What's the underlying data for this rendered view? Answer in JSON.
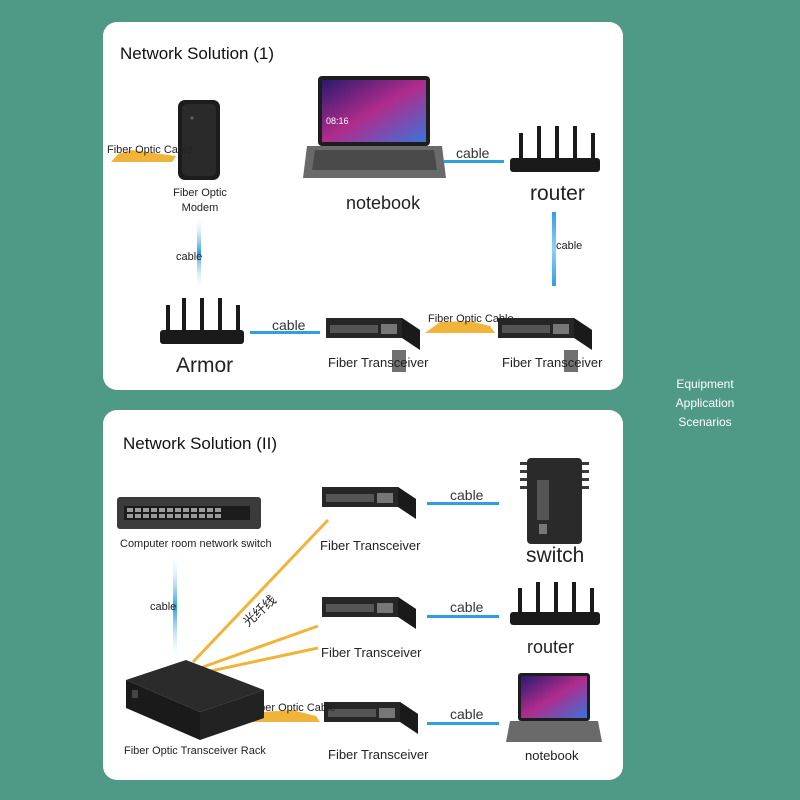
{
  "solution1": {
    "title": "Network Solution (1)",
    "labels": {
      "fiber_cable_left": "Fiber Optic Cable",
      "modem": [
        "Fiber Optic",
        "Modem"
      ],
      "notebook": "notebook",
      "router": "router",
      "cable_top": "cable",
      "cable_router_v": "cable",
      "cable_modem_v": "cable",
      "armor": "Armor",
      "cable_bottom": "cable",
      "fiber_cable_mid": "Fiber Optic Cable",
      "transceiver_left": "Fiber Transceiver",
      "transceiver_right": "Fiber Transceiver"
    }
  },
  "solution2": {
    "title": "Network Solution (II)",
    "labels": {
      "switch_room": "Computer room network switch",
      "cable_v": "cable",
      "rack": "Fiber Optic Transceiver Rack",
      "fiber_line_cn": "光纤线",
      "fiber_cable": "Fiber Optic Cable",
      "transceiver_1": "Fiber Transceiver",
      "transceiver_2": "Fiber Transceiver",
      "transceiver_3": "Fiber Transceiver",
      "cable_1": "cable",
      "cable_2": "cable",
      "cable_3": "cable",
      "switch": "switch",
      "router": "router",
      "notebook": "notebook"
    }
  },
  "side_caption": [
    "Equipment",
    "Application",
    "Scenarios"
  ],
  "laptop_time": "08:16"
}
